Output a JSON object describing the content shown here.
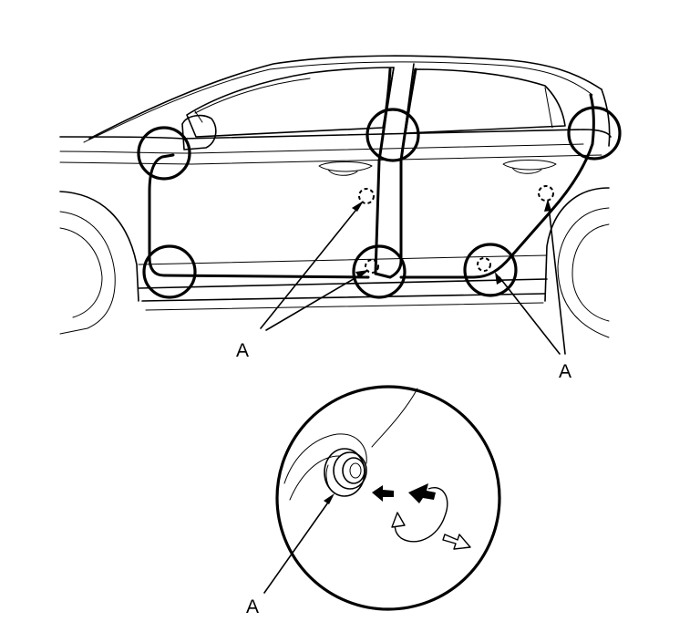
{
  "labels": {
    "clip_left": "A",
    "clip_right": "A",
    "clip_detail": "A"
  },
  "icons": {
    "push_arrow": "push-arrow-icon",
    "rotate_arrow": "rotate-arrow-icon",
    "pull_arrow": "pull-arrow-icon"
  }
}
